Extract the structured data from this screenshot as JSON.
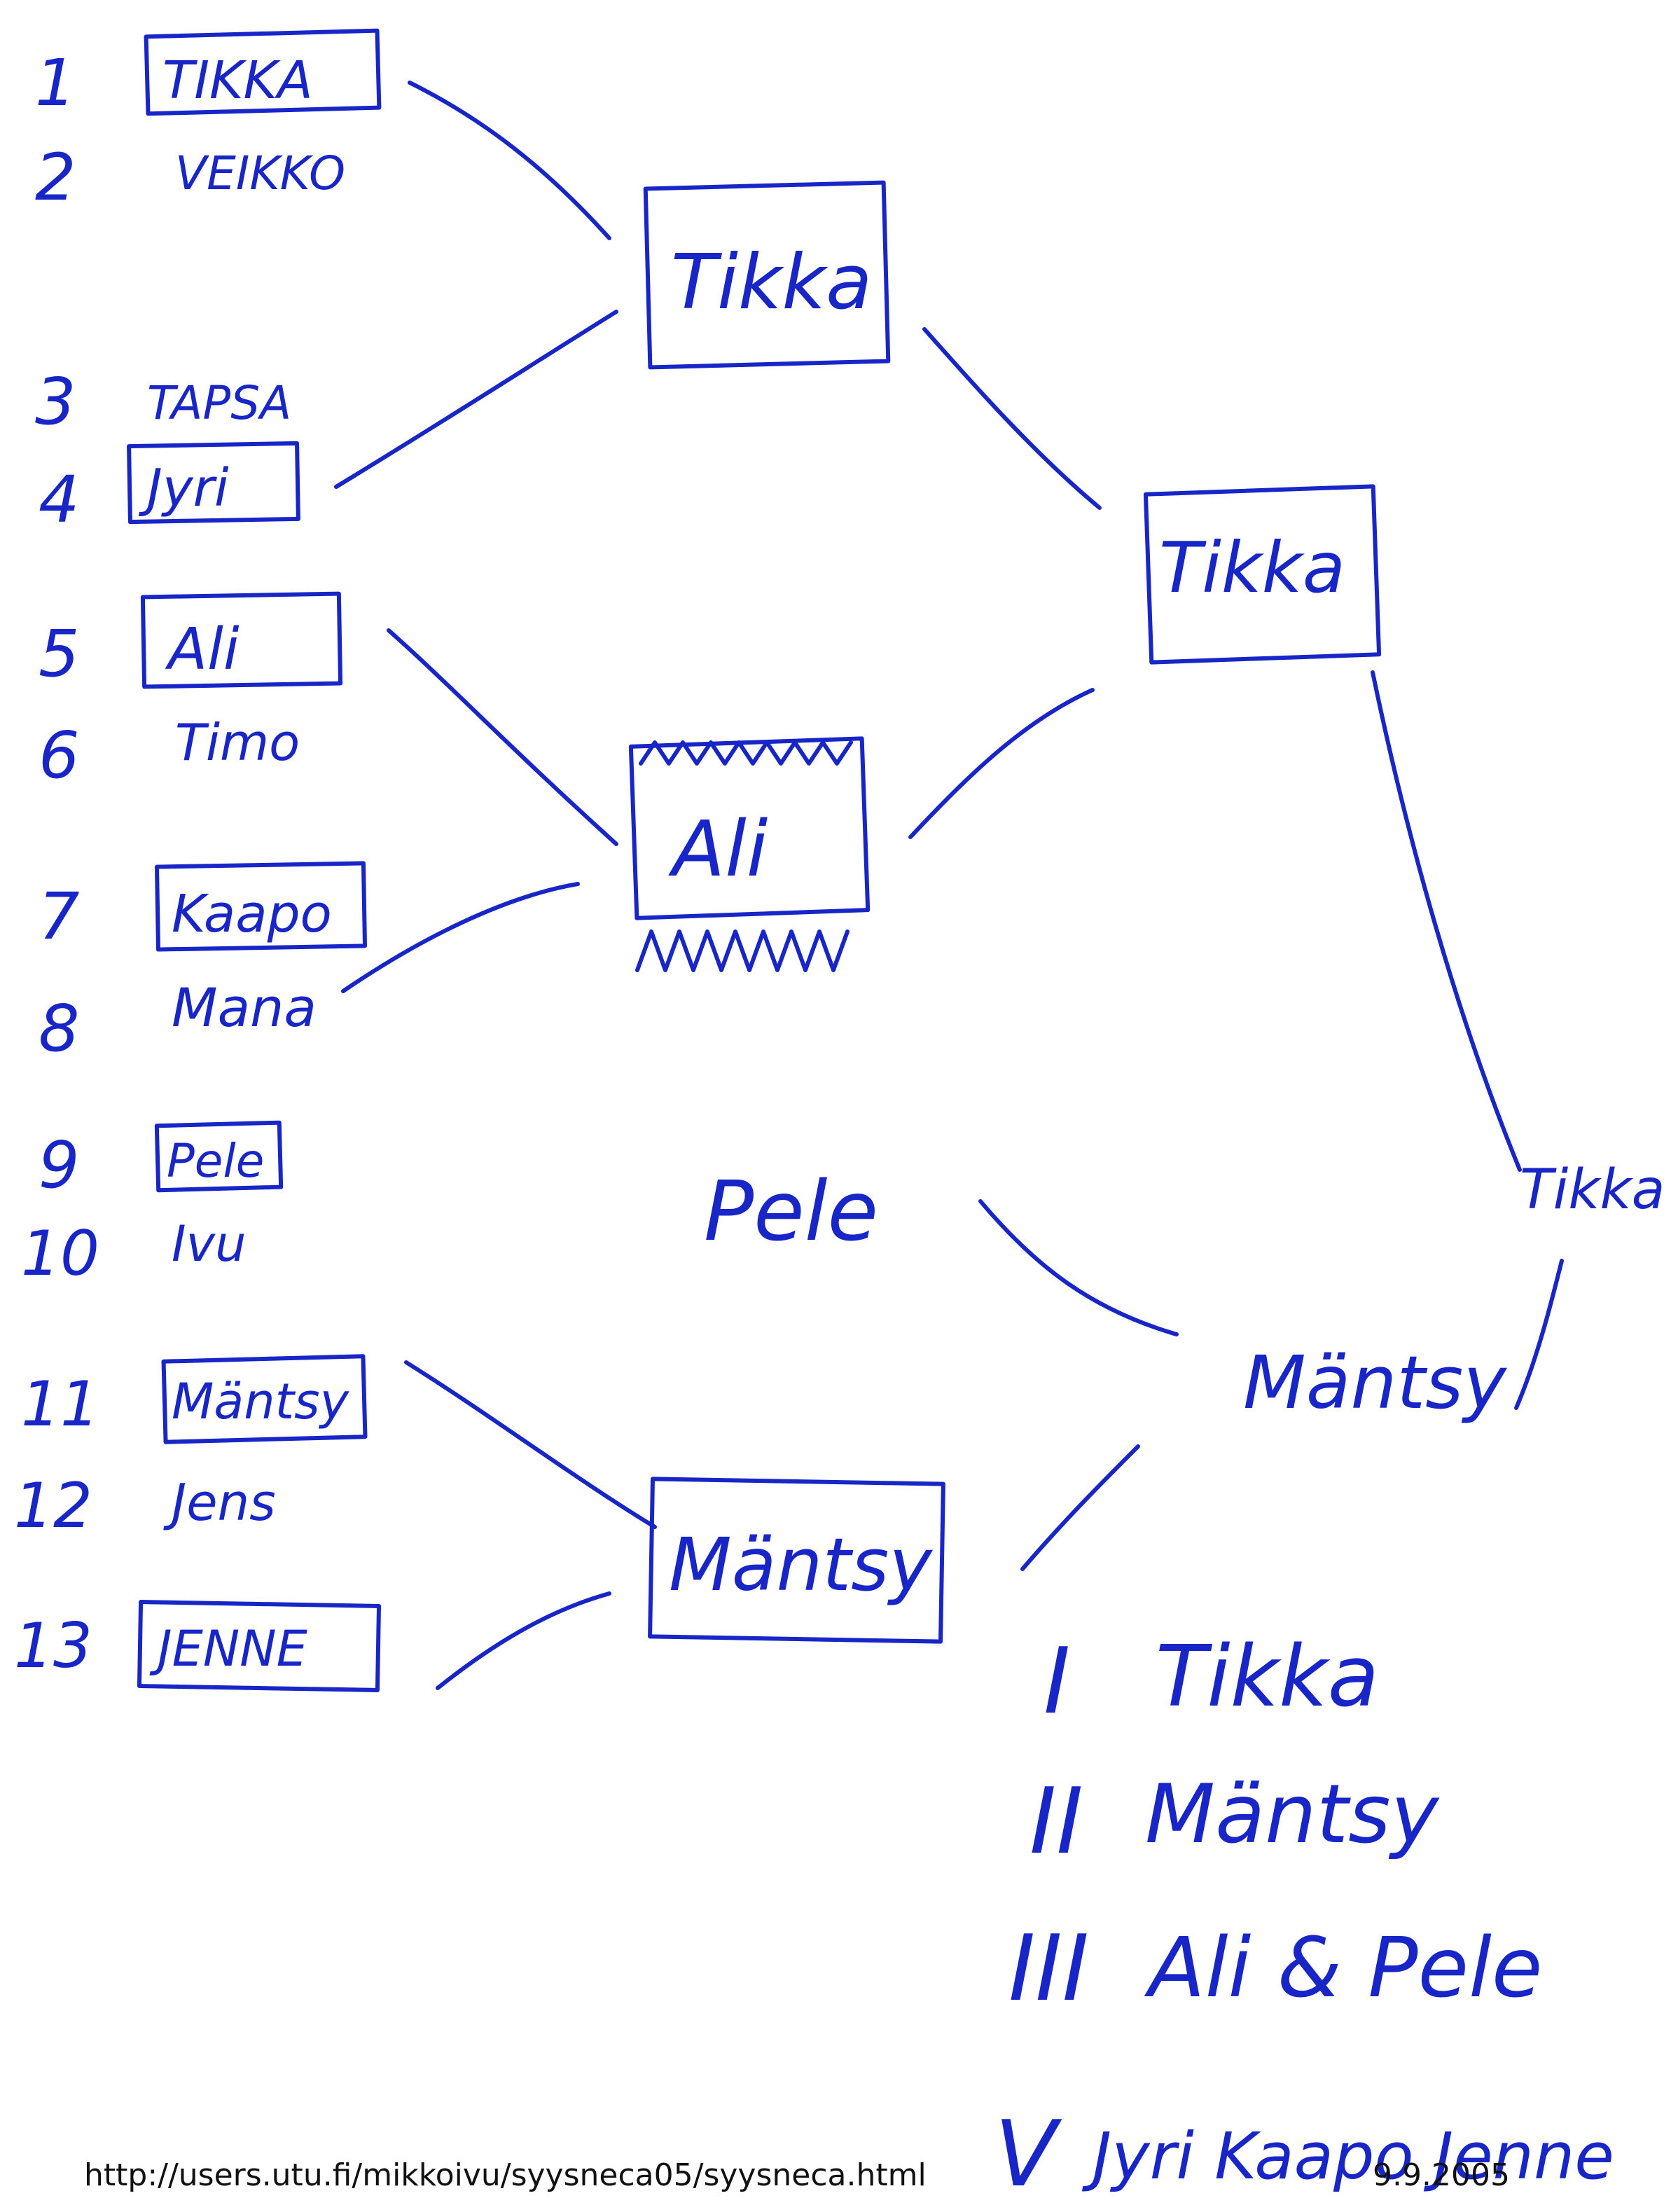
{
  "colors": {
    "ink": "#1826c8",
    "paper": "#ffffff",
    "print": "#111111"
  },
  "players": [
    {
      "seed": "1",
      "name": "TIKKA"
    },
    {
      "seed": "2",
      "name": "VEIKKO"
    },
    {
      "seed": "3",
      "name": "TAPSA"
    },
    {
      "seed": "4",
      "name": "Jyri"
    },
    {
      "seed": "5",
      "name": "Ali"
    },
    {
      "seed": "6",
      "name": "Timo"
    },
    {
      "seed": "7",
      "name": "Kaapo"
    },
    {
      "seed": "8",
      "name": "Mana"
    },
    {
      "seed": "9",
      "name": "Pele"
    },
    {
      "seed": "10",
      "name": "Ivu"
    },
    {
      "seed": "11",
      "name": "Mäntsy"
    },
    {
      "seed": "12",
      "name": "Jens"
    },
    {
      "seed": "13",
      "name": "JENNE"
    }
  ],
  "round2": [
    {
      "name": "Tikka"
    },
    {
      "name": "Ali"
    },
    {
      "name": "Pele"
    },
    {
      "name": "Mäntsy"
    }
  ],
  "round3": [
    {
      "name": "Tikka"
    },
    {
      "name": "Mäntsy"
    }
  ],
  "final": {
    "name": "Tikka"
  },
  "standings": [
    {
      "rank": "I",
      "name": "Tikka"
    },
    {
      "rank": "II",
      "name": "Mäntsy"
    },
    {
      "rank": "III",
      "name": "Ali & Pele"
    },
    {
      "rank": "V",
      "name": "Jyri Kaapo Jenne"
    }
  ],
  "footer": {
    "url": "http://users.utu.fi/mikkoivu/syysneca05/syysneca.html",
    "date": "9.9.2005"
  }
}
